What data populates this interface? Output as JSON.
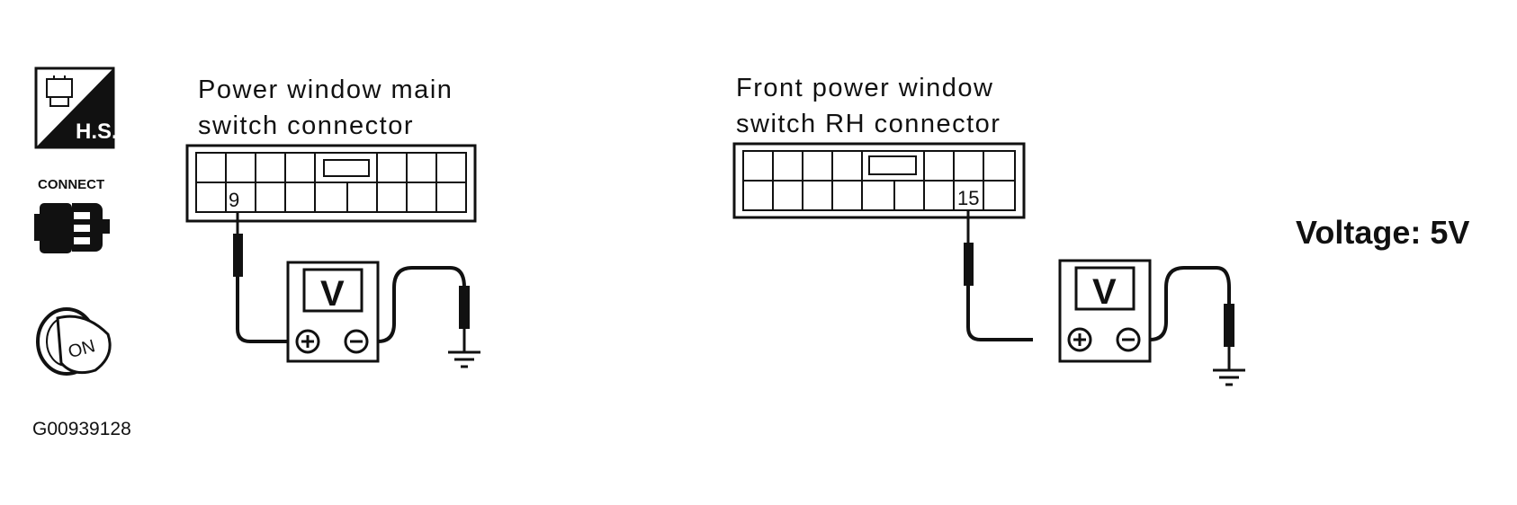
{
  "icons": {
    "harness_side_badge": "H.S.",
    "connect_label": "CONNECT",
    "ignition_key_label": "ON"
  },
  "figure_id": "G00939128",
  "left": {
    "caption_line1": "Power window main",
    "caption_line2": "switch connector",
    "terminal": "9",
    "meter_label": "V"
  },
  "right": {
    "caption_line1": "Front power window",
    "caption_line2": "switch RH connector",
    "terminal": "15",
    "meter_label": "V"
  },
  "result": "Voltage: 5V"
}
